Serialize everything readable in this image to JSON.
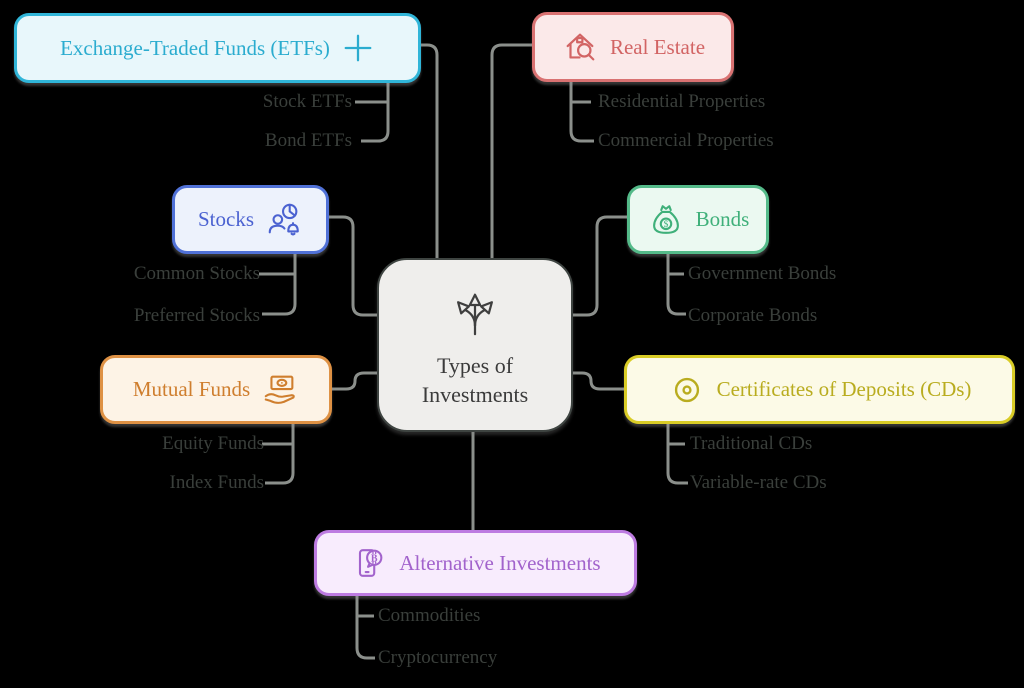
{
  "diagram": {
    "background_color": "#000000",
    "connector_color": "#8b8f8b",
    "child_text_color": "#3a3f3b"
  },
  "center": {
    "label": "Types of Investments",
    "icon": "branch-arrows-icon",
    "colors": {
      "border": "#3e4441",
      "fill": "#efeeec",
      "text": "#3b3b3b"
    }
  },
  "nodes": [
    {
      "id": "etf",
      "label": "Exchange-Traded Funds (ETFs)",
      "icon": "plus-icon",
      "colors": {
        "border": "#30b5d8",
        "fill": "#e8f7fb",
        "text": "#2baccf"
      },
      "children": [
        "Stock ETFs",
        "Bond ETFs"
      ]
    },
    {
      "id": "real-estate",
      "label": "Real Estate",
      "icon": "house-search-icon",
      "colors": {
        "border": "#d97272",
        "fill": "#fbe9e9",
        "text": "#d26464"
      },
      "children": [
        "Residential Properties",
        "Commercial Properties"
      ]
    },
    {
      "id": "stocks",
      "label": "Stocks",
      "icon": "person-pie-bell-icon",
      "colors": {
        "border": "#5071d7",
        "fill": "#edf2fc",
        "text": "#4b62d1"
      },
      "children": [
        "Common Stocks",
        "Preferred Stocks"
      ]
    },
    {
      "id": "bonds",
      "label": "Bonds",
      "icon": "money-bag-icon",
      "colors": {
        "border": "#54ba89",
        "fill": "#ebf9f1",
        "text": "#3fb07a"
      },
      "children": [
        "Government Bonds",
        "Corporate Bonds"
      ]
    },
    {
      "id": "mutual-funds",
      "label": "Mutual Funds",
      "icon": "hand-banknote-icon",
      "colors": {
        "border": "#de9144",
        "fill": "#fdf3e6",
        "text": "#cf7e2e"
      },
      "children": [
        "Equity Funds",
        "Index Funds"
      ]
    },
    {
      "id": "cds",
      "label": "Certificates of Deposits (CDs)",
      "icon": "bullseye-icon",
      "colors": {
        "border": "#d9cc26",
        "fill": "#fcfae7",
        "text": "#b9ac1f"
      },
      "children": [
        "Traditional CDs",
        "Variable-rate CDs"
      ]
    },
    {
      "id": "alternative-investments",
      "label": "Alternative Investments",
      "icon": "phone-bitcoin-icon",
      "colors": {
        "border": "#bd7be1",
        "fill": "#f8ecfd",
        "text": "#a263cc"
      },
      "children": [
        "Commodities",
        "Cryptocurrency"
      ]
    }
  ]
}
